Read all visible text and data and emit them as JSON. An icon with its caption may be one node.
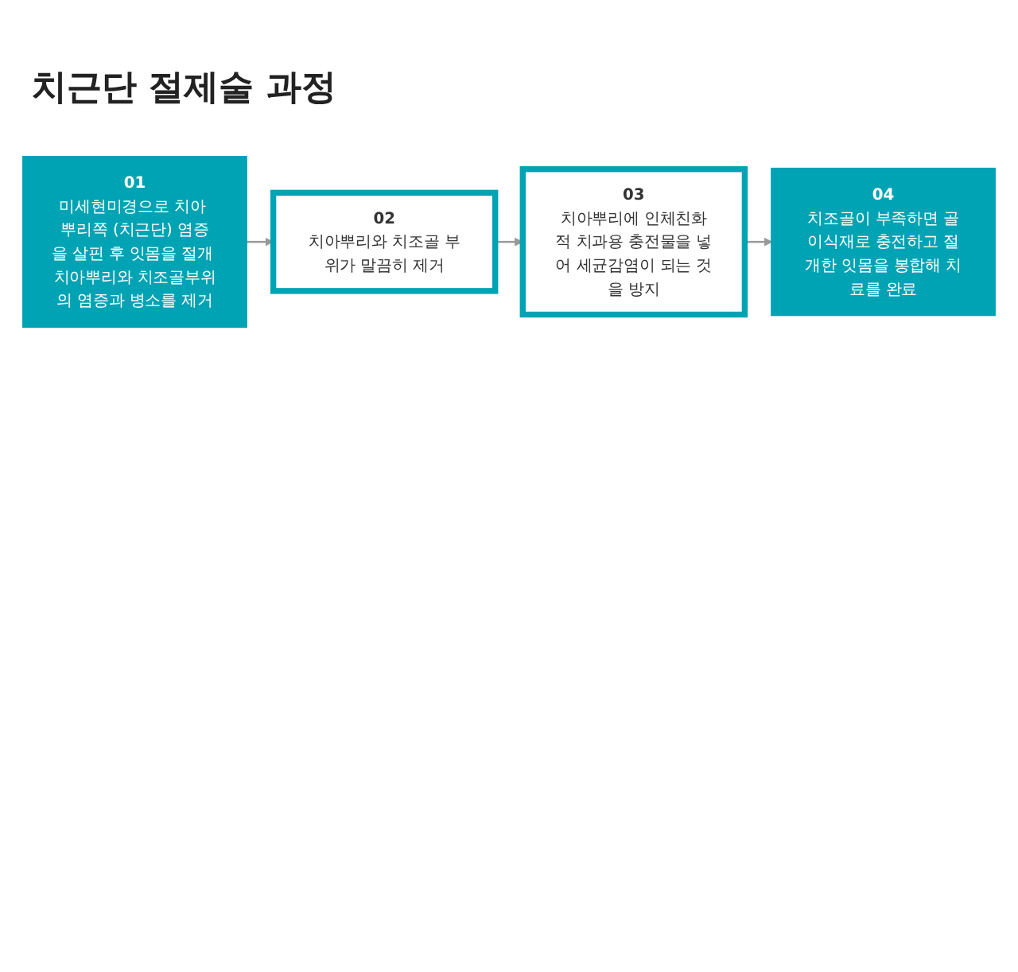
{
  "diagram": {
    "title": "치근단 절제술 과정",
    "nodes": [
      {
        "text": [
          "01",
          "미세현미경으로 치아 뿌리쪽 (치근단) 염증을 살핀 후 잇몸을 절개 치아뿌리와 치조골부위의 염증과 병소를 제거"
        ]
      },
      {
        "text": [
          "02",
          "치아뿌리와 치조골 부위가 말끔히 제거"
        ]
      },
      {
        "text": [
          "03",
          "치아뿌리에 인체친화적 치과용 충전물을 넣어 세균감염이 되는 것을 방지"
        ]
      },
      {
        "text": [
          "04",
          "치조골이 부족하면 골이식재로 충전하고 절개한 잇몸을 봉합해 치료를 완료"
        ]
      }
    ],
    "edges": [
      {
        "from": 0,
        "to": 1,
        "arrow": "to"
      },
      {
        "from": 1,
        "to": 2,
        "arrow": "to"
      },
      {
        "from": 2,
        "to": 3,
        "arrow": "to"
      }
    ]
  }
}
